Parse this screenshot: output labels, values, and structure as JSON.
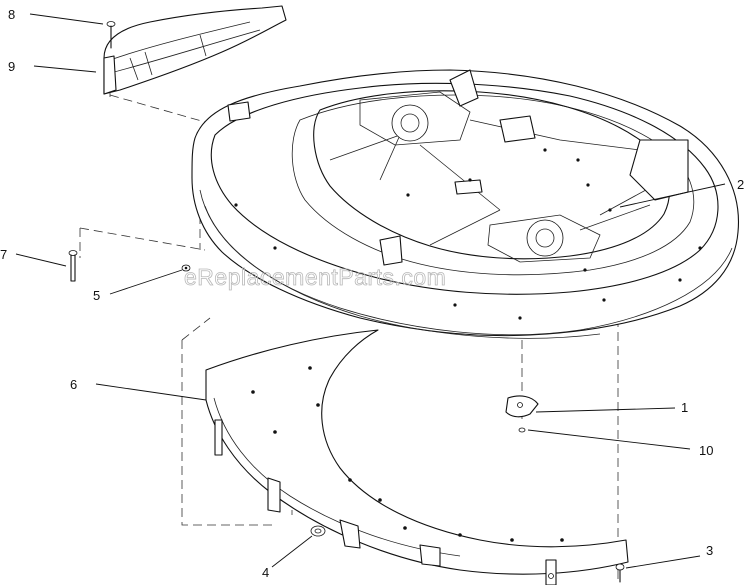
{
  "watermark": "eReplacementParts.com",
  "callouts": {
    "c1": "1",
    "c2": "2",
    "c3": "3",
    "c4": "4",
    "c5": "5",
    "c6": "6",
    "c7": "7",
    "c8": "8",
    "c9": "9",
    "c10": "10"
  }
}
